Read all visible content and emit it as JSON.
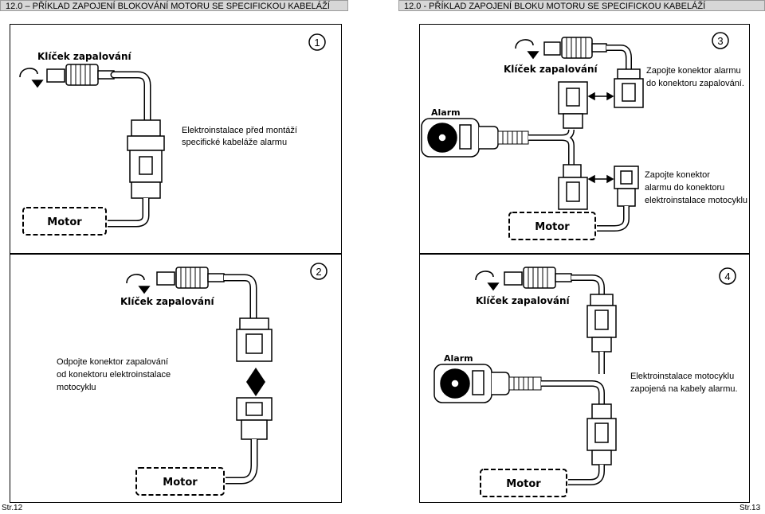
{
  "pages": {
    "left_header": "12.0 – PŘÍKLAD ZAPOJENÍ BLOKOVÁNÍ MOTORU SE SPECIFICKOU KABELÁŽÍ",
    "right_header": "12.0 - PŘÍKLAD ZAPOJENÍ BLOKU MOTORU SE SPECIFICKOU KABELÁŽÍ",
    "left_footer": "Str.12",
    "right_footer": "Str.13"
  },
  "panel1": {
    "number": "1",
    "ignition_label": "Klíček zapalování",
    "note_line1": "Elektroinstalace před montáží",
    "note_line2": "specifické kabeláže alarmu",
    "motor_label": "Motor"
  },
  "panel2": {
    "number": "2",
    "ignition_label": "Klíček zapalování",
    "note_line1": "Odpojte konektor zapalování",
    "note_line2": "od konektoru elektroinstalace",
    "note_line3": "motocyklu",
    "motor_label": "Motor"
  },
  "panel3": {
    "number": "3",
    "ignition_label": "Klíček zapalování",
    "alarm_label": "Alarm",
    "note_top_line1": "Zapojte konektor alarmu",
    "note_top_line2": "do konektoru zapalování.",
    "note_bottom_line1": "Zapojte konektor",
    "note_bottom_line2": "alarmu do konektoru",
    "note_bottom_line3": "elektroinstalace motocyklu",
    "motor_label": "Motor"
  },
  "panel4": {
    "number": "4",
    "ignition_label": "Klíček zapalování",
    "alarm_label": "Alarm",
    "note_line1": "Elektroinstalace motocyklu",
    "note_line2": "zapojená na kabely alarmu.",
    "motor_label": "Motor"
  }
}
